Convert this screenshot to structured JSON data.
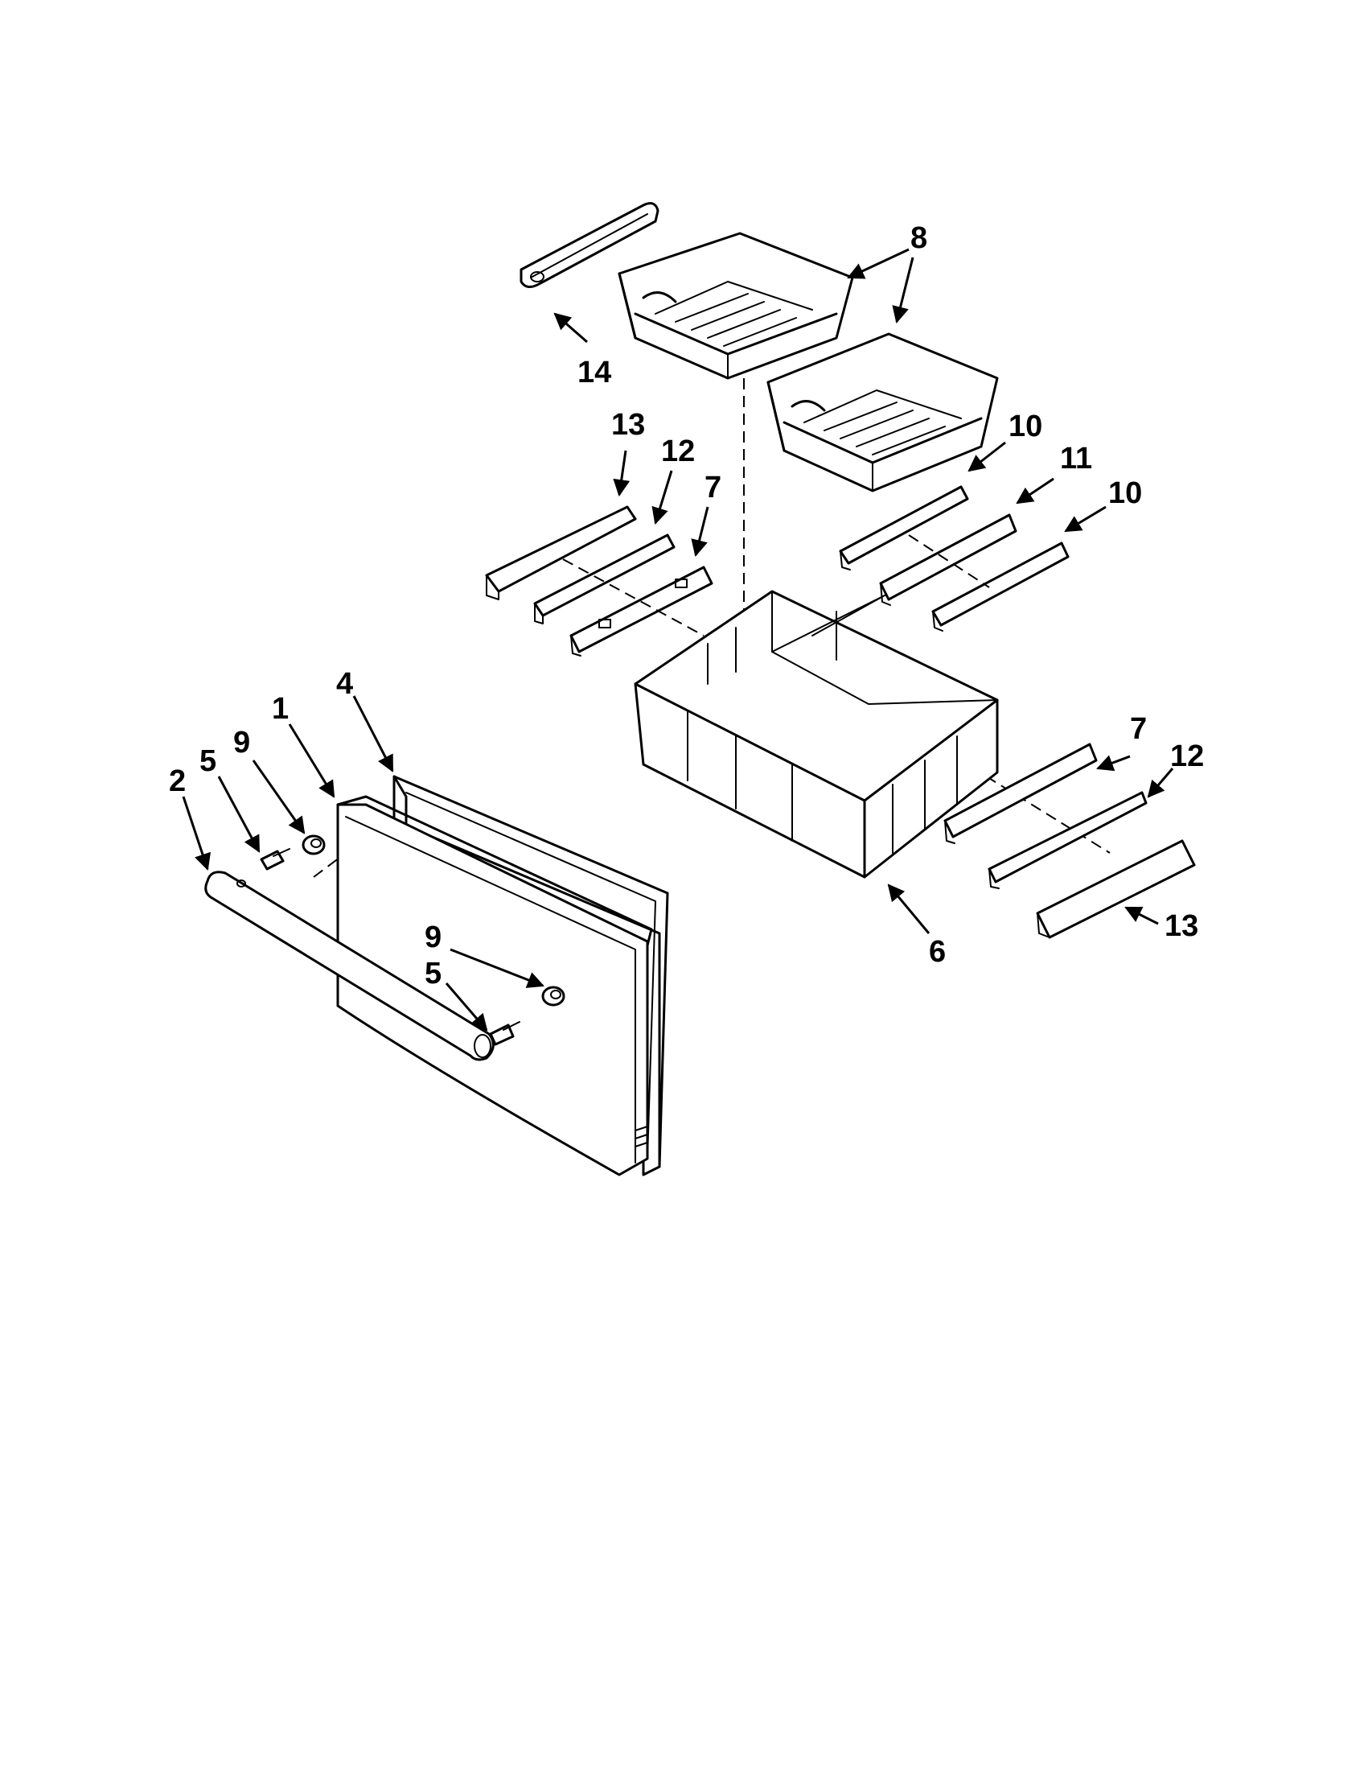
{
  "callouts": {
    "c1": "1",
    "c2": "2",
    "c4": "4",
    "c5a": "5",
    "c5b": "5",
    "c6": "6",
    "c7a": "7",
    "c7b": "7",
    "c8": "8",
    "c9a": "9",
    "c9b": "9",
    "c10a": "10",
    "c10b": "10",
    "c11": "11",
    "c12a": "12",
    "c12b": "12",
    "c13a": "13",
    "c13b": "13",
    "c14": "14"
  }
}
